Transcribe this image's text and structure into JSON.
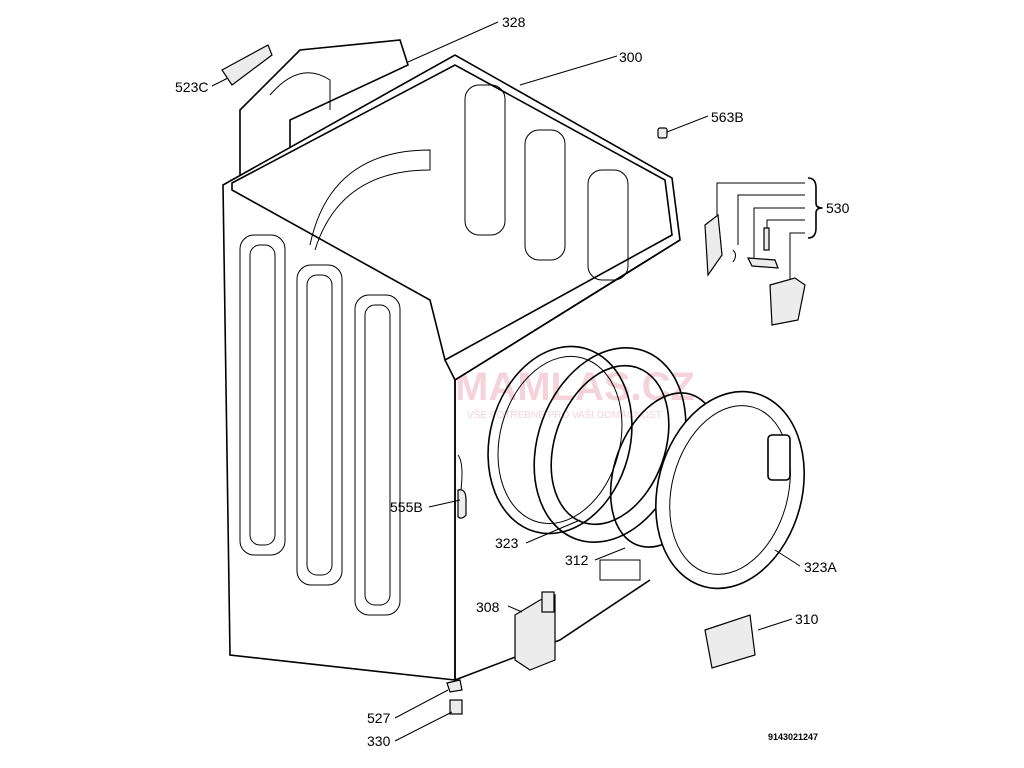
{
  "diagram": {
    "labels": {
      "l328": "328",
      "l300": "300",
      "l523C": "523C",
      "l563B": "563B",
      "l530": "530",
      "l555B": "555B",
      "l323": "323",
      "l312": "312",
      "l323A": "323A",
      "l308": "308",
      "l310": "310",
      "l527": "527",
      "l330": "330"
    },
    "drawing_code": "9143021247",
    "watermark": {
      "brand": "MAMLAS.CZ",
      "tagline": "VŠE POTŘEBNÉ PRO VAŠI DOMÁCNOST"
    }
  }
}
